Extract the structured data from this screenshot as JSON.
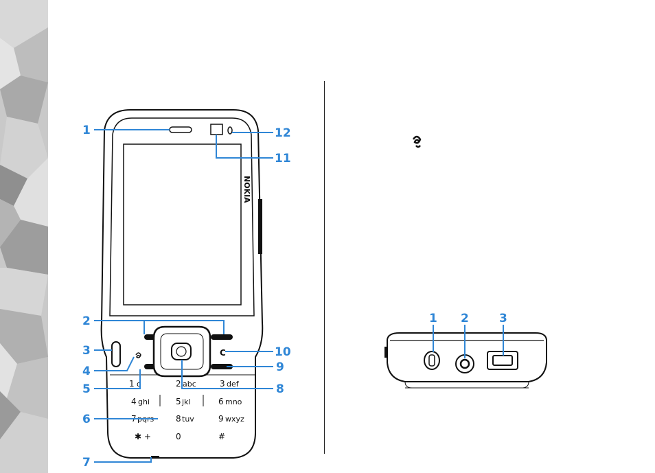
{
  "front_callouts": [
    "1",
    "2",
    "3",
    "4",
    "5",
    "6",
    "7",
    "8",
    "9",
    "10",
    "11",
    "12"
  ],
  "bottom_callouts": [
    "1",
    "2",
    "3"
  ],
  "brand": "NOKIA",
  "keypad": {
    "k1": "1",
    "k1_sub": "o",
    "k2": "2",
    "k2_sub": "abc",
    "k3": "3",
    "k3_sub": "def",
    "k4": "4",
    "k4_sub": "ghi",
    "k5": "5",
    "k5_sub": "jkl",
    "k6": "6",
    "k6_sub": "mno",
    "k7": "7",
    "k7_sub": "pqrs",
    "k8": "8",
    "k8_sub": "tuv",
    "k9": "9",
    "k9_sub": "wxyz",
    "kstar": "✱ +",
    "k0": "0",
    "khash": "# "
  },
  "clear_key": "C",
  "colors": {
    "callout": "#2f86d6",
    "sidebar_dark": "#9a9a9a",
    "sidebar_light": "#e6e6e6"
  },
  "icons": [
    "menu-key-icon",
    "nokia-menu-icon"
  ]
}
